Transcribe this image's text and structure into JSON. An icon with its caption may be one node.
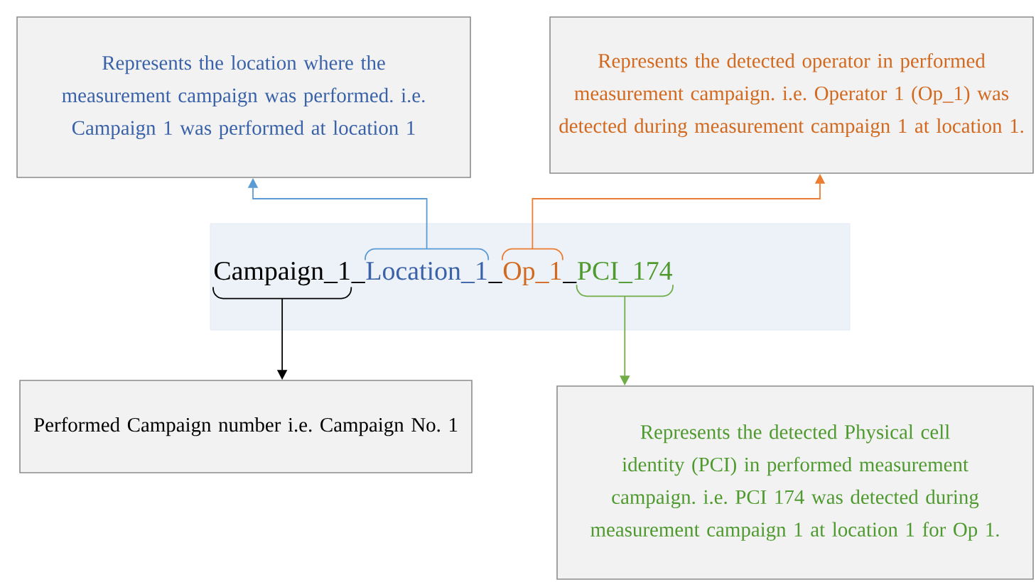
{
  "diagram": {
    "nodes": [
      {
        "text": [
          "Represents the location where the measurement campaign was performed. i.e. Campaign 1 was performed at location 1"
        ]
      },
      {
        "text": [
          "Represents the detected operator in performed measurement campaign. i.e. Operator 1 (Op_1) was detected during measurement campaign 1 at location 1."
        ]
      },
      {
        "text": [],
        "shape": "box"
      },
      {
        "text": [
          "Campaign_1"
        ],
        "in": 2
      },
      {
        "text": [
          "Location_1"
        ],
        "in": 2
      },
      {
        "text": [
          "Op_1"
        ],
        "in": 2
      },
      {
        "text": [
          "PCI_174"
        ],
        "in": 2
      },
      {
        "text": [
          "Performed Campaign number i.e. Campaign No. 1"
        ]
      },
      {
        "text": [
          "Represents the detected Physical cell identity (PCI) in performed measurement campaign. i.e. PCI 174 was detected during measurement campaign 1 at location 1 for Op 1."
        ]
      }
    ],
    "edges": [
      {
        "from": 4,
        "to": 0,
        "arrow": "to",
        "color": "#5b9bd5"
      },
      {
        "from": 5,
        "to": 1,
        "arrow": "to",
        "color": "#ed7d31"
      },
      {
        "from": 3,
        "to": 7,
        "arrow": "to",
        "color": "#000000"
      },
      {
        "from": 6,
        "to": 8,
        "arrow": "to",
        "color": "#70ad47"
      }
    ],
    "labels": [
      "_",
      "_",
      "_"
    ]
  }
}
